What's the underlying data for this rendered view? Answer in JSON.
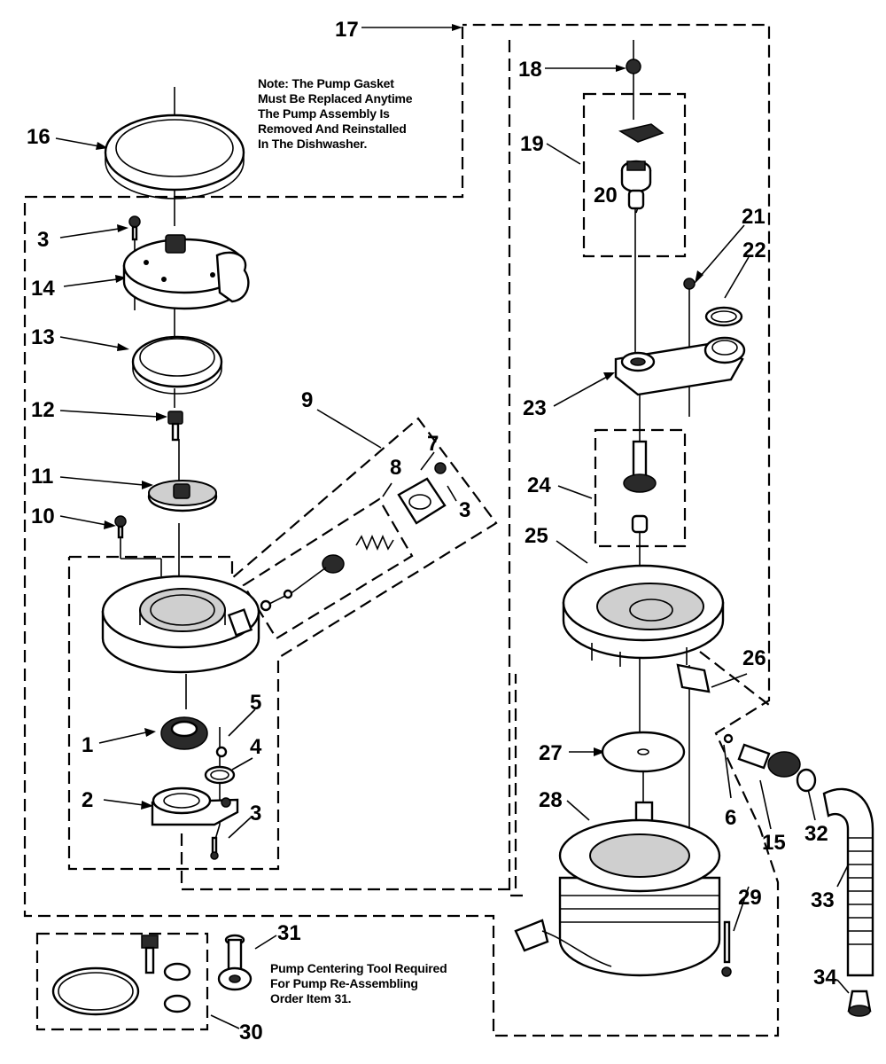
{
  "notes": {
    "gasket": [
      "Note: The Pump Gasket",
      "Must Be Replaced Anytime",
      "The Pump Assembly Is",
      "Removed And Reinstalled",
      "In The Dishwasher."
    ],
    "tool": [
      "Pump Centering Tool Required",
      "For Pump Re-Assembling",
      "Order Item 31."
    ]
  },
  "callouts": {
    "c17": "17",
    "c18": "18",
    "c16": "16",
    "c19": "19",
    "c20": "20",
    "c21": "21",
    "c22": "22",
    "c3a": "3",
    "c14": "14",
    "c13": "13",
    "c23": "23",
    "c12": "12",
    "c9": "9",
    "c7": "7",
    "c8": "8",
    "c11": "11",
    "c24": "24",
    "c3b": "3",
    "c10": "10",
    "c25": "25",
    "c26": "26",
    "c5": "5",
    "c1": "1",
    "c4": "4",
    "c27": "27",
    "c6": "6",
    "c2": "2",
    "c3c": "3",
    "c28": "28",
    "c15": "15",
    "c32": "32",
    "c29": "29",
    "c33": "33",
    "c31": "31",
    "c34": "34",
    "c30": "30"
  }
}
